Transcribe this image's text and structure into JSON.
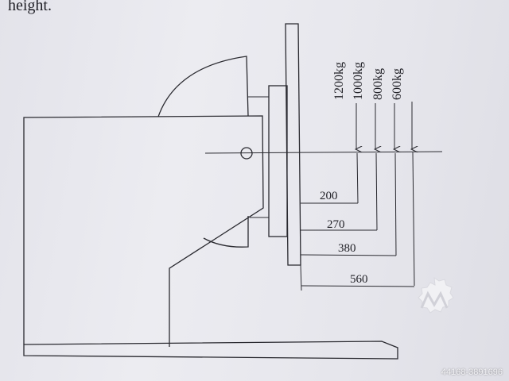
{
  "caption": "height.",
  "load_labels": [
    "1200kg",
    "1000kg",
    "800kg",
    "600kg"
  ],
  "dimensions": [
    "200",
    "270",
    "380",
    "560"
  ],
  "watermark": "44168-3891696",
  "colors": {
    "ink": "#2a2a30",
    "paper": "#e9e9ee",
    "watermark": "#f3f3f6"
  }
}
